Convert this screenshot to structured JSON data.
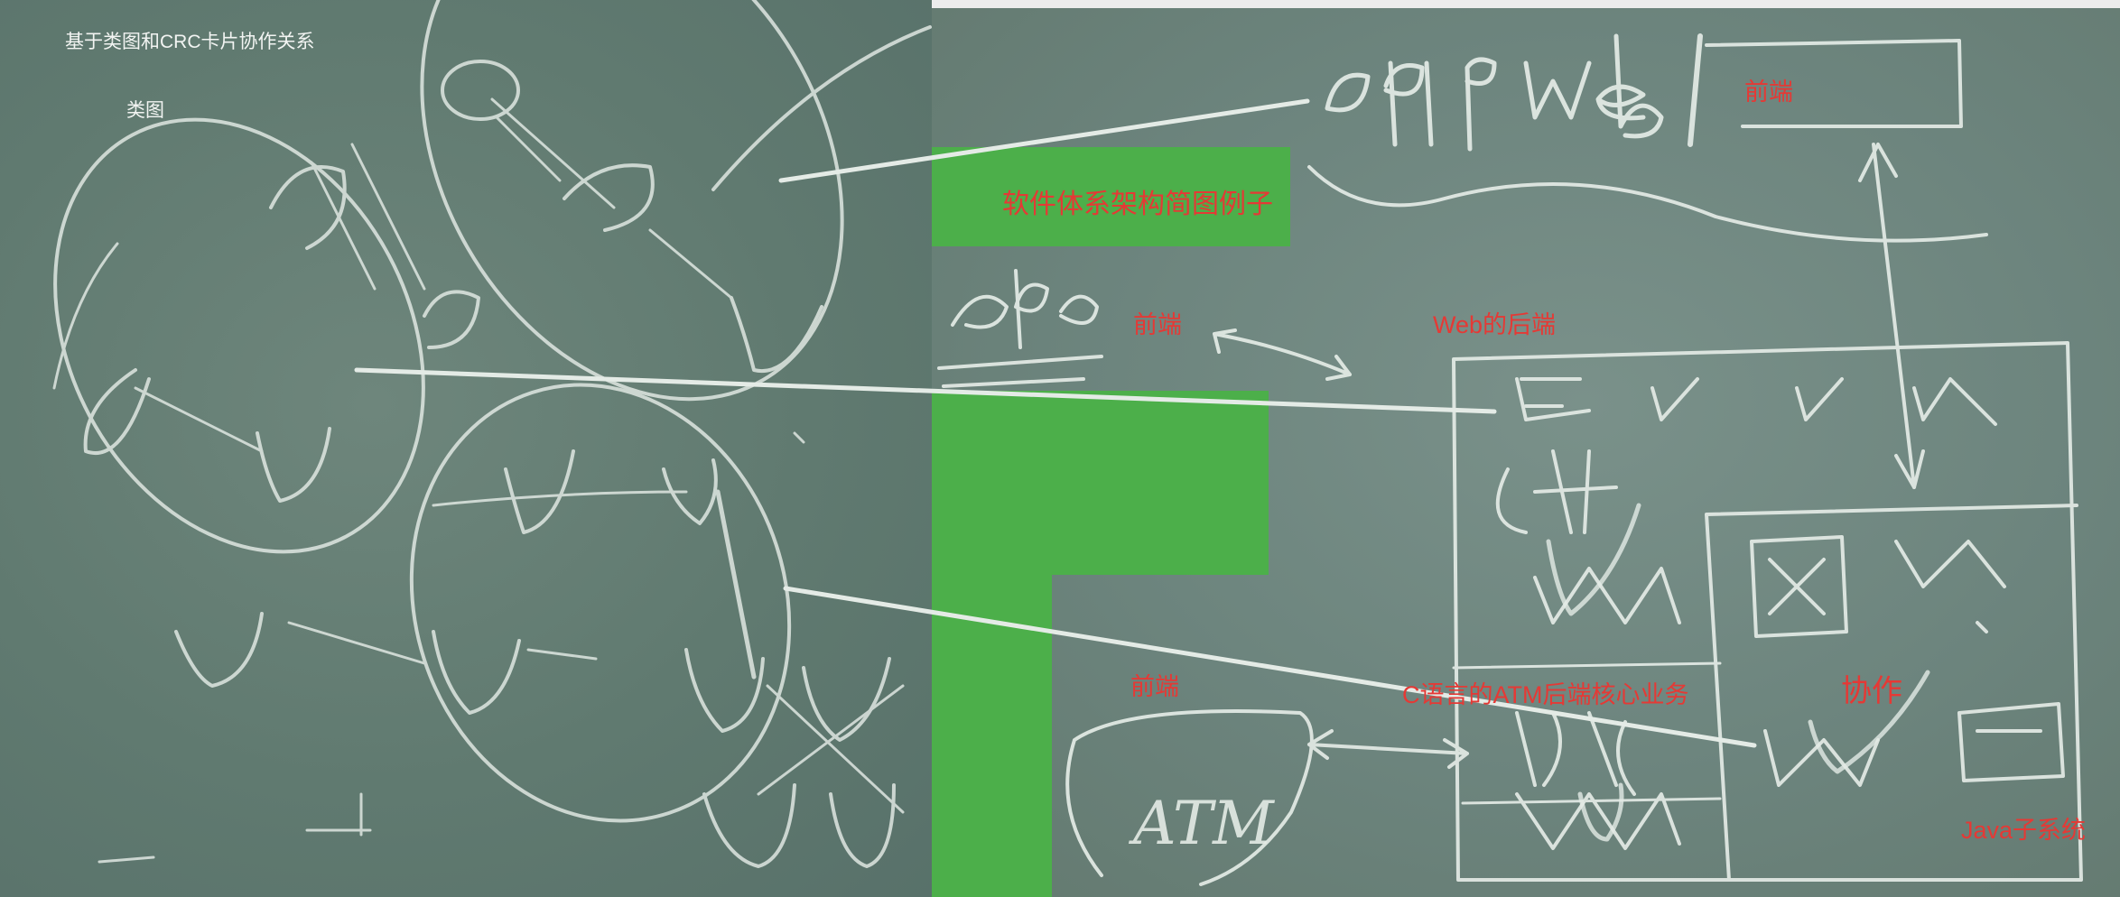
{
  "labels": {
    "left_title": "基于类图和CRC卡片协作关系",
    "left_subtitle": "类图",
    "arch_example": "软件体系架构简图例子",
    "frontend_top": "前端",
    "frontend_web": "前端",
    "web_backend": "Web的后端",
    "frontend_atm": "前端",
    "c_atm_core": "C语言的ATM后端核心业务",
    "collaboration": "协作",
    "java_subsystem": "Java子系统"
  },
  "chalk_text": {
    "app_web": "app web",
    "web": "web",
    "atm": "ATM"
  },
  "colors": {
    "annotation_red": "#e53935",
    "highlight_green": "#4caf4a",
    "chalk_white": "#e4ebe6",
    "board": "#64806f",
    "connector_black": "#000000"
  }
}
